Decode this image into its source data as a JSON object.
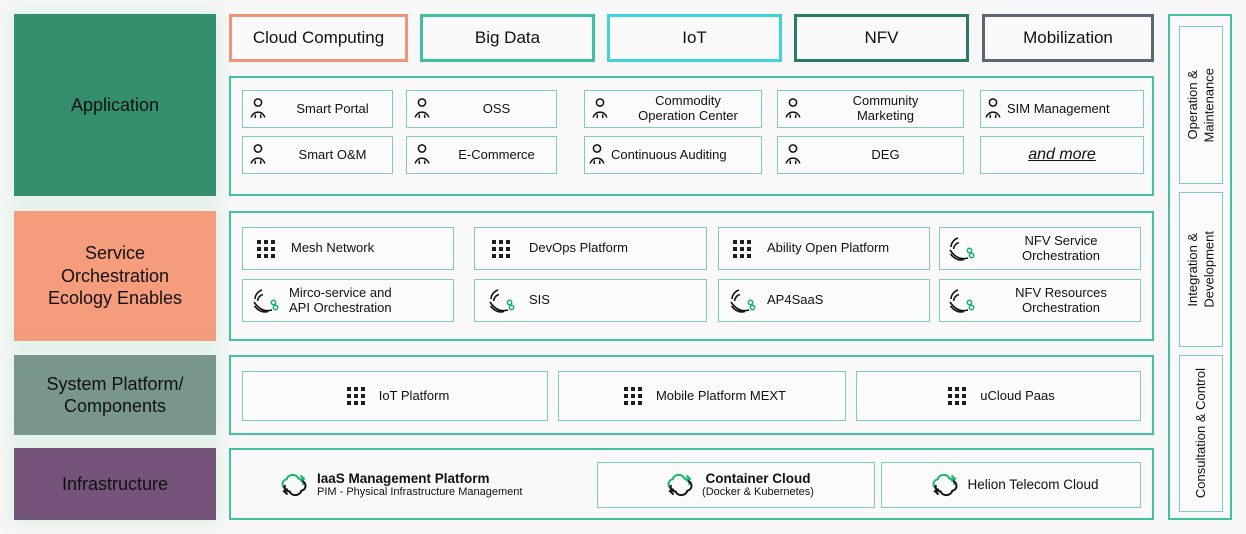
{
  "colors": {
    "teal_border": "#45bfa4",
    "card_border": "#7fcbbd",
    "application": "#348f6c",
    "service": "#f49c7c",
    "system_platform": "#78968e",
    "infrastructure": "#75547a",
    "chip_cloud_computing": "#f09478",
    "chip_big_data": "#3cbfa2",
    "chip_iot": "#3fd5d8",
    "chip_nfv": "#2b7a63",
    "chip_mobilization": "#5b6775",
    "background": "#f7f7f7",
    "icon_green": "#18b26b"
  },
  "layers": [
    {
      "key": "application",
      "label": "Application"
    },
    {
      "key": "service",
      "label": "Service\nOrchestration\nEcology Enables"
    },
    {
      "key": "system_platform",
      "label": "System Platform/\nComponents"
    },
    {
      "key": "infrastructure",
      "label": "Infrastructure"
    }
  ],
  "chips": [
    {
      "label": "Cloud Computing",
      "color": "#f09478"
    },
    {
      "label": "Big Data",
      "color": "#3cbfa2"
    },
    {
      "label": "IoT",
      "color": "#3fd5d8"
    },
    {
      "label": "NFV",
      "color": "#2b7a63"
    },
    {
      "label": "Mobilization",
      "color": "#5b6775"
    }
  ],
  "application_items": [
    {
      "label": "Smart Portal",
      "icon": "person-icon"
    },
    {
      "label": "OSS",
      "icon": "person-icon"
    },
    {
      "label": "Commodity\nOperation Center",
      "icon": "person-icon"
    },
    {
      "label": "Community\nMarketing",
      "icon": "person-icon"
    },
    {
      "label": "SIM Management",
      "icon": "person-icon"
    },
    {
      "label": "Smart O&M",
      "icon": "person-icon"
    },
    {
      "label": "E-Commerce",
      "icon": "person-icon"
    },
    {
      "label": "Continuous Auditing",
      "icon": "person-icon"
    },
    {
      "label": "DEG",
      "icon": "person-icon"
    },
    {
      "label": "and more",
      "icon": "none",
      "emphasis": true
    }
  ],
  "service_items": [
    {
      "label": "Mesh Network",
      "icon": "grid-dots-icon"
    },
    {
      "label": "DevOps Platform",
      "icon": "grid-dots-icon"
    },
    {
      "label": "Ability Open Platform",
      "icon": "grid-dots-icon"
    },
    {
      "label": "NFV Service\nOrchestration",
      "icon": "orchestration-icon"
    },
    {
      "label": "Mirco-service and\nAPI Orchestration",
      "icon": "orchestration-icon"
    },
    {
      "label": "SIS",
      "icon": "orchestration-icon"
    },
    {
      "label": "AP4SaaS",
      "icon": "orchestration-icon"
    },
    {
      "label": "NFV Resources\nOrchestration",
      "icon": "orchestration-icon"
    }
  ],
  "system_items": [
    {
      "label": "IoT Platform",
      "icon": "grid-dots-icon"
    },
    {
      "label": "Mobile Platform MEXT",
      "icon": "grid-dots-icon"
    },
    {
      "label": "uCloud Paas",
      "icon": "grid-dots-icon"
    }
  ],
  "infrastructure_items": [
    {
      "title": "IaaS Management Platform",
      "subtitle": "PIM - Physical Infrastructure Management",
      "icon": "cloud-cycle-icon",
      "bordered": false
    },
    {
      "title": "Container Cloud",
      "subtitle": "(Docker & Kubernetes)",
      "icon": "cloud-cycle-icon",
      "bordered": true
    },
    {
      "title": "Helion Telecom Cloud",
      "subtitle": "",
      "icon": "cloud-cycle-icon",
      "bordered": true
    }
  ],
  "rail": {
    "cells": [
      {
        "label": "Operation &\nMaintenance"
      },
      {
        "label": "Integration &\nDevelopment"
      },
      {
        "label": "Consultation & Control"
      }
    ]
  }
}
